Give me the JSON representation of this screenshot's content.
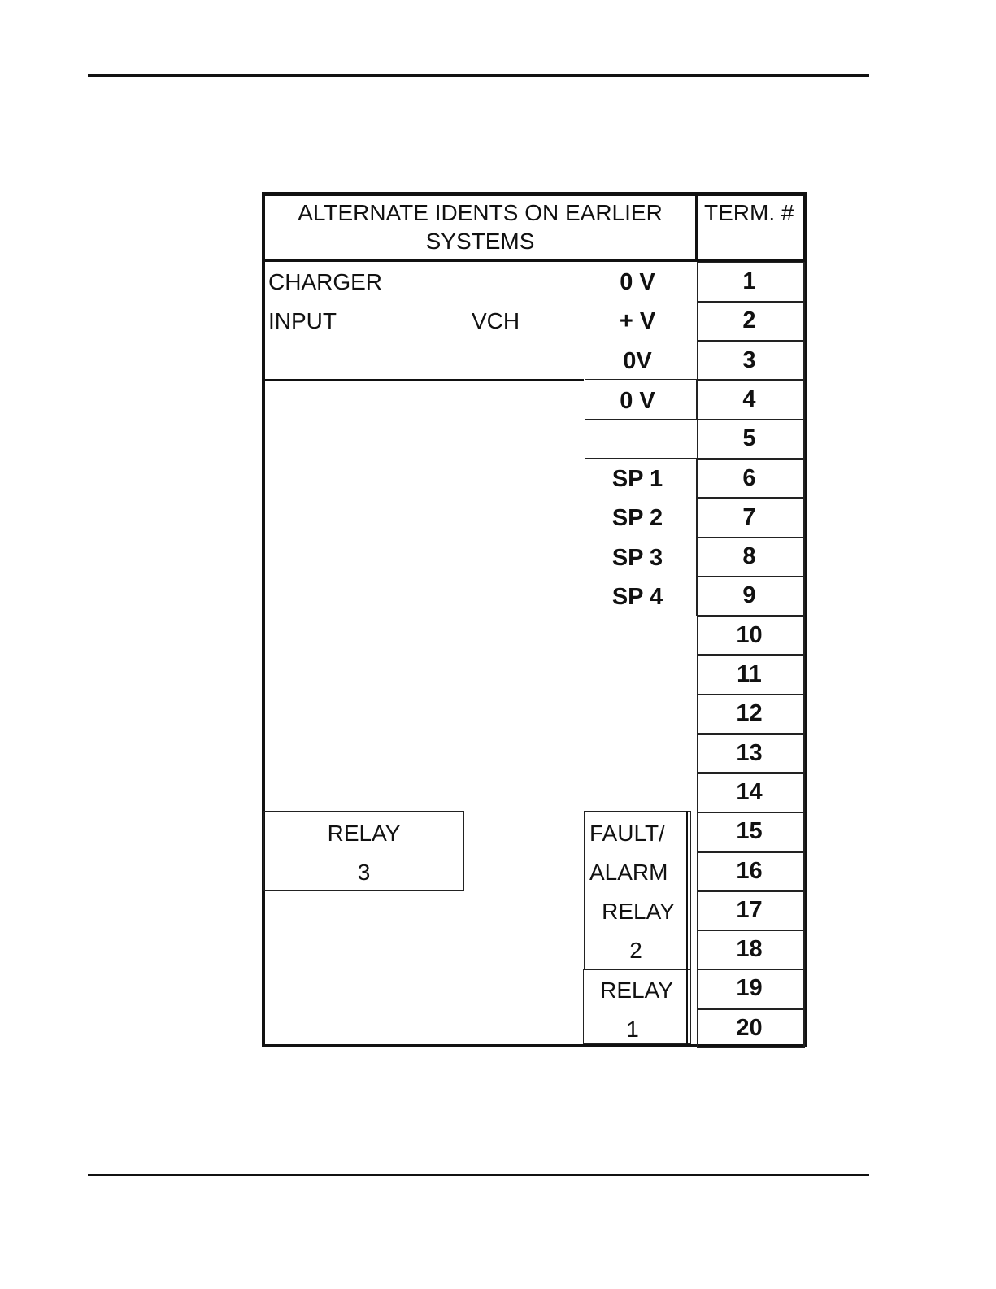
{
  "header": {
    "ident_title_line1": "ALTERNATE IDENTS ON EARLIER",
    "ident_title_line2": "SYSTEMS",
    "term_title": "TERM. #"
  },
  "charger": {
    "label_line1": "CHARGER",
    "label_line2": "INPUT",
    "code": "VCH",
    "pins": [
      "0 V",
      "+ V",
      "0V"
    ]
  },
  "ov_box": "0 V",
  "setpoints": [
    "SP 1",
    "SP 2",
    "SP 3",
    "SP 4"
  ],
  "relay3": {
    "line1": "RELAY",
    "line2": "3"
  },
  "fault_alarm": {
    "line1": "FAULT/",
    "line2": "ALARM"
  },
  "relay2": {
    "line1": "RELAY",
    "line2": "2"
  },
  "relay1": {
    "line1": "RELAY",
    "line2": "1"
  },
  "terminals": [
    "1",
    "2",
    "3",
    "4",
    "5",
    "6",
    "7",
    "8",
    "9",
    "10",
    "11",
    "12",
    "13",
    "14",
    "15",
    "16",
    "17",
    "18",
    "19",
    "20"
  ]
}
